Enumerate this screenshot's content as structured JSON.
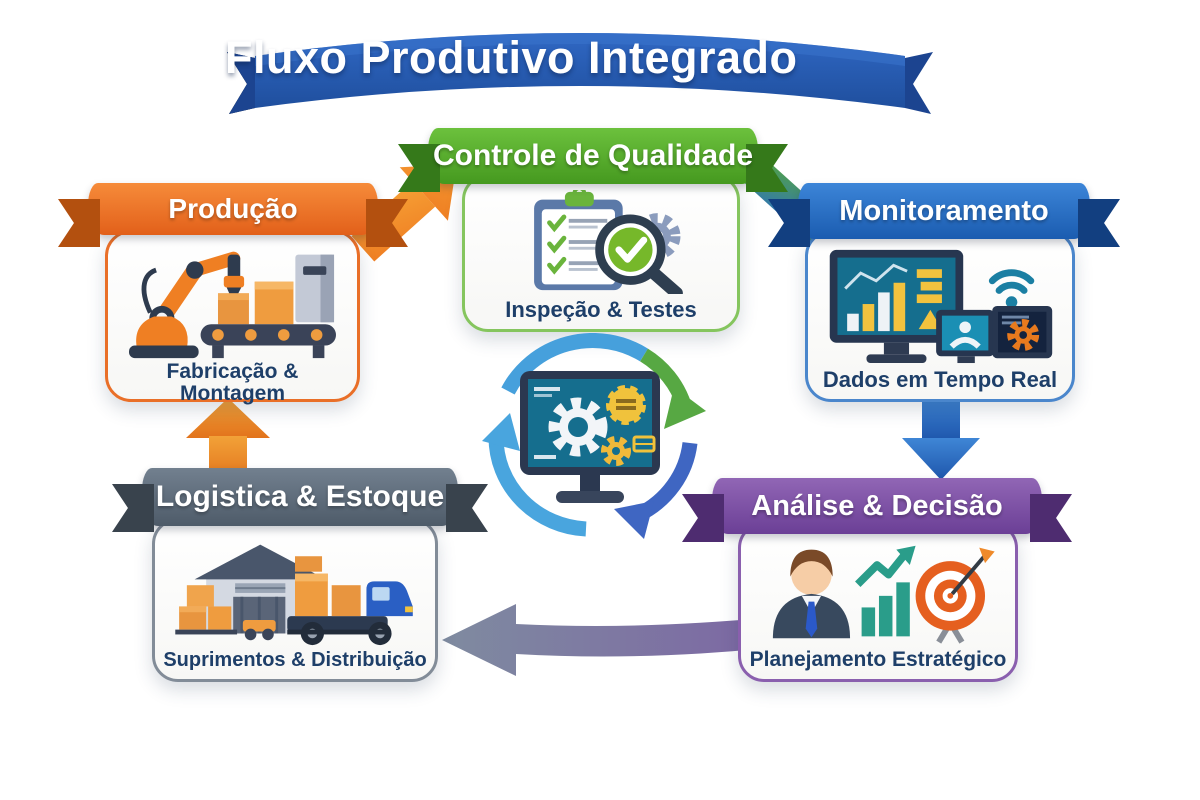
{
  "title": {
    "text": "Fluxo Produtivo Integrado",
    "ribbon_color": "#2a62b8"
  },
  "stages": [
    {
      "id": "producao",
      "banner": "Produção",
      "caption": "Fabricação & Montagem",
      "icon": "robot-arm-conveyor-icon",
      "color": "#e96f28"
    },
    {
      "id": "qualidade",
      "banner": "Controle de Qualidade",
      "caption": "Inspeção & Testes",
      "icon": "checklist-magnifier-gear-icon",
      "color": "#56ad2c"
    },
    {
      "id": "monitoramento",
      "banner": "Monitoramento",
      "caption": "Dados em Tempo Real",
      "icon": "dashboard-monitors-wifi-icon",
      "color": "#2a6fc4"
    },
    {
      "id": "analise",
      "banner": "Análise & Decisão",
      "caption": "Planejamento Estratégico",
      "icon": "analyst-growth-target-icon",
      "color": "#7e51a5"
    },
    {
      "id": "logistica",
      "banner": "Logistica & Estoque",
      "caption": "Suprimentos & Distribuição",
      "icon": "warehouse-truck-icon",
      "color": "#5d6b7b"
    }
  ],
  "center": {
    "icon": "sync-cycle-monitor-gears-icon"
  },
  "flow": [
    {
      "from": "Produção",
      "to": "Controle de Qualidade",
      "arrow_color": "#ec7b1f"
    },
    {
      "from": "Controle de Qualidade",
      "to": "Monitoramento",
      "arrow_color": "#3f8ac0"
    },
    {
      "from": "Monitoramento",
      "to": "Análise & Decisão",
      "arrow_color": "#2a6fc4"
    },
    {
      "from": "Análise & Decisão",
      "to": "Logistica & Estoque",
      "arrow_color": "#7f7f9f"
    },
    {
      "from": "Logistica & Estoque",
      "to": "Produção",
      "arrow_color": "#ec7b1f"
    }
  ]
}
